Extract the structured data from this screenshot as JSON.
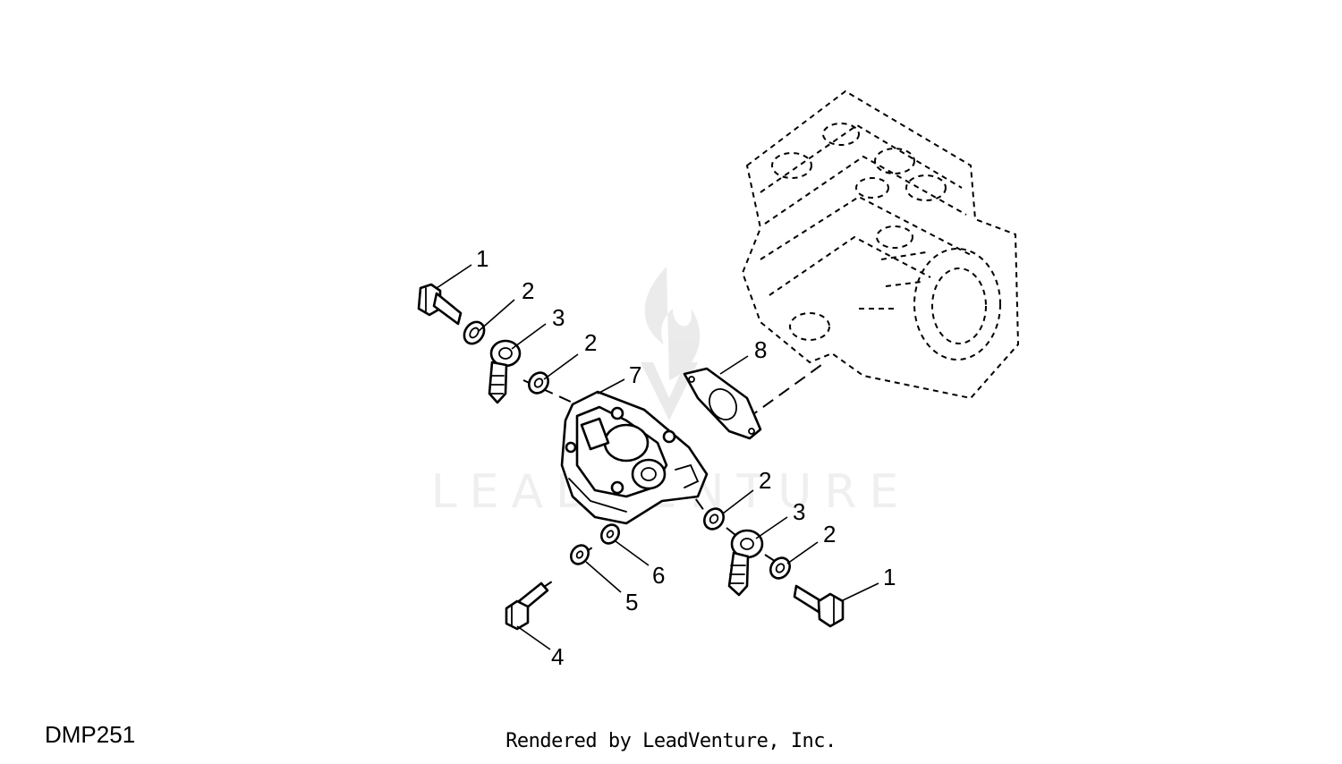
{
  "figure_code": "DMP251",
  "footer_credit": "Rendered by LeadVenture, Inc.",
  "watermark_text": "LEADVENTURE",
  "callouts": {
    "c1_top": "1",
    "c2_a": "2",
    "c3_top": "3",
    "c2_b": "2",
    "c7": "7",
    "c8": "8",
    "c2_c": "2",
    "c3_bottom": "3",
    "c2_d": "2",
    "c1_bottom": "1",
    "c6": "6",
    "c5": "5",
    "c4": "4"
  }
}
